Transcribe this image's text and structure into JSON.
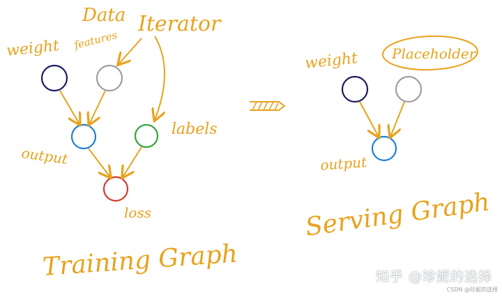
{
  "training": {
    "title": "Training Graph",
    "data_label": "Data",
    "iterator_label": "Iterator",
    "weight_label": "weight",
    "features_label": "features",
    "labels_label": "labels",
    "output_label": "output",
    "loss_label": "loss"
  },
  "serving": {
    "title": "Serving Graph",
    "weight_label": "weight",
    "placeholder_label": "Placeholder",
    "output_label": "output"
  },
  "colors": {
    "ink": "#e8a21c",
    "weight_node": "#1a1a5e",
    "feature_node": "#9e9e9e",
    "output_node": "#1e7fd6",
    "labels_node": "#3aa23a",
    "loss_node": "#d33a2c"
  },
  "watermark": {
    "text": "知乎 @珍妮的选择",
    "sub": "CSDN @珍妮的选择"
  }
}
